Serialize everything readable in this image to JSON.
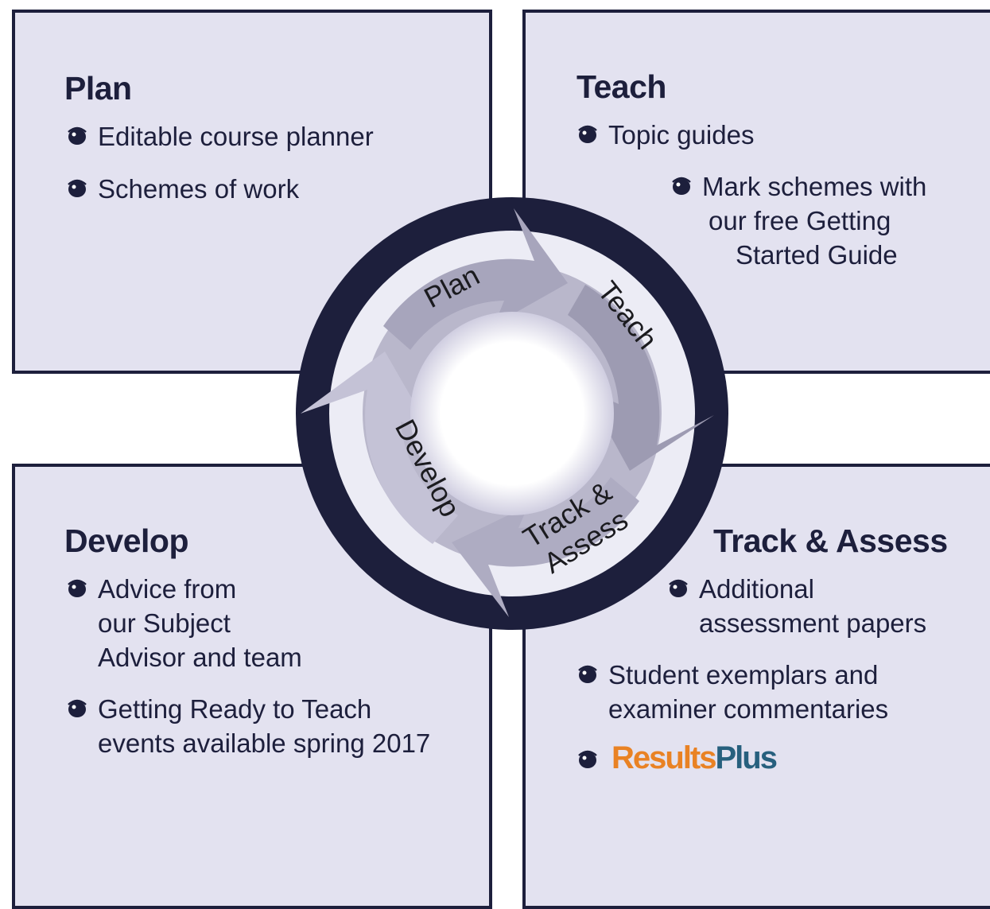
{
  "plan": {
    "heading": "Plan",
    "items": [
      {
        "lines": [
          "Editable course planner"
        ]
      },
      {
        "lines": [
          "Schemes of work"
        ]
      }
    ]
  },
  "teach": {
    "heading": "Teach",
    "items": [
      {
        "lines": [
          "Topic guides"
        ]
      },
      {
        "lines": [
          "Mark schemes with",
          "our free Getting",
          "Started Guide"
        ]
      }
    ]
  },
  "develop": {
    "heading": "Develop",
    "items": [
      {
        "lines": [
          "Advice from",
          "our Subject",
          "Advisor and team"
        ]
      },
      {
        "lines": [
          "Getting Ready to Teach",
          "events available spring 2017"
        ]
      }
    ]
  },
  "track_assess": {
    "heading": "Track & Assess",
    "items": [
      {
        "lines": [
          "Additional",
          "assessment papers"
        ]
      },
      {
        "lines": [
          "Student exemplars and",
          "examiner commentaries"
        ]
      }
    ],
    "logo": {
      "part1": "Results",
      "part2": "Plus",
      "color1": "#e98224",
      "color2": "#27607e"
    }
  },
  "cycle": {
    "labels": {
      "plan": "Plan",
      "teach": "Teach",
      "track1": "Track &",
      "track2": "Assess",
      "develop": "Develop"
    }
  },
  "colors": {
    "navy": "#1d1f3c",
    "panel_fill": "#e3e2f0",
    "arrow_dark": "#9d9bb2",
    "arrow_mid": "#b3b1c6",
    "arrow_light": "#dcdbea"
  },
  "icons": {
    "bullet": "eye-bullet-icon"
  }
}
